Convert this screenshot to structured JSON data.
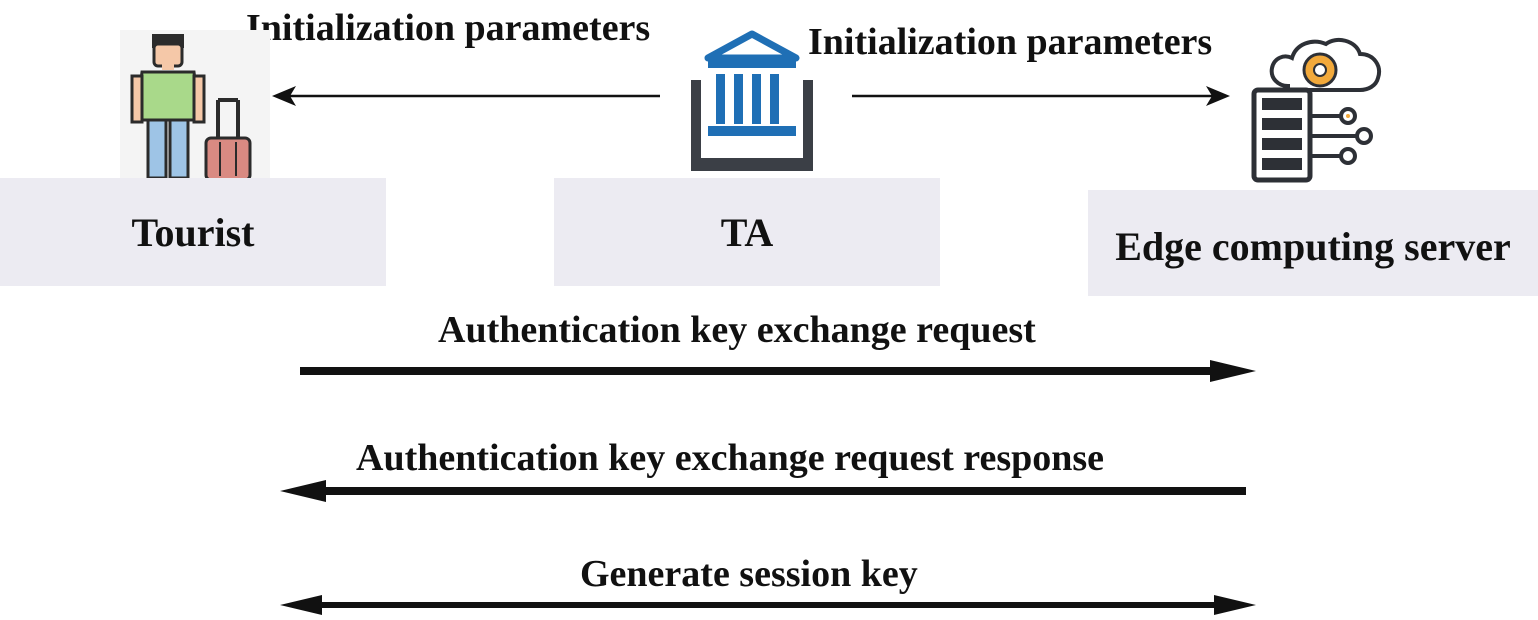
{
  "entities": {
    "tourist": {
      "label": "Tourist",
      "icon": "tourist-with-luggage-icon"
    },
    "ta": {
      "label": "TA",
      "icon": "bank-building-icon"
    },
    "edge": {
      "label": "Edge computing server",
      "icon": "cloud-server-gear-icon"
    }
  },
  "init_flows": {
    "to_tourist": "Initialization parameters",
    "to_edge": "Initialization parameters"
  },
  "messages": {
    "auth_request": "Authentication key exchange request",
    "auth_response": "Authentication key exchange request response",
    "session_key": "Generate session key"
  },
  "colors": {
    "box_fill": "#ecebf2",
    "bank_blue": "#1f6fb5",
    "bank_frame": "#3b3f46",
    "shirt_green": "#a9d98a",
    "luggage_pink": "#d98a82",
    "gear_orange": "#f2a93b",
    "server_dark": "#2d3036"
  }
}
